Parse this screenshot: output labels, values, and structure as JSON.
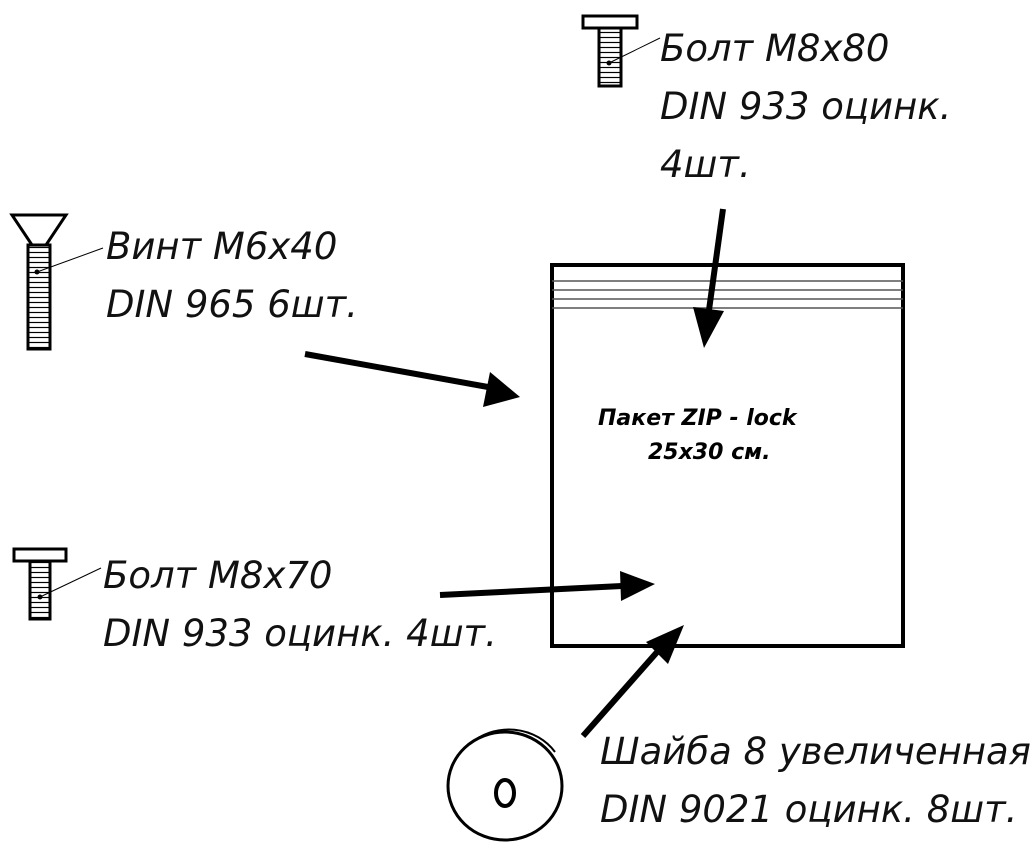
{
  "parts": {
    "bolt_m8x80": {
      "line1": "Болт М8х80",
      "line2": "DIN 933 оцинк.",
      "line3": "4шт."
    },
    "screw_m6x40": {
      "line1": "Винт М6х40",
      "line2": "DIN 965 6шт."
    },
    "bolt_m8x70": {
      "line1": "Болт М8х70",
      "line2": "DIN 933 оцинк. 4шт."
    },
    "washer_8": {
      "line1": "Шайба 8 увеличенная",
      "line2": "DIN 9021 оцинк. 8шт."
    }
  },
  "bag": {
    "line1": "Пакет ZIP - lock",
    "line2": "25х30 см."
  }
}
